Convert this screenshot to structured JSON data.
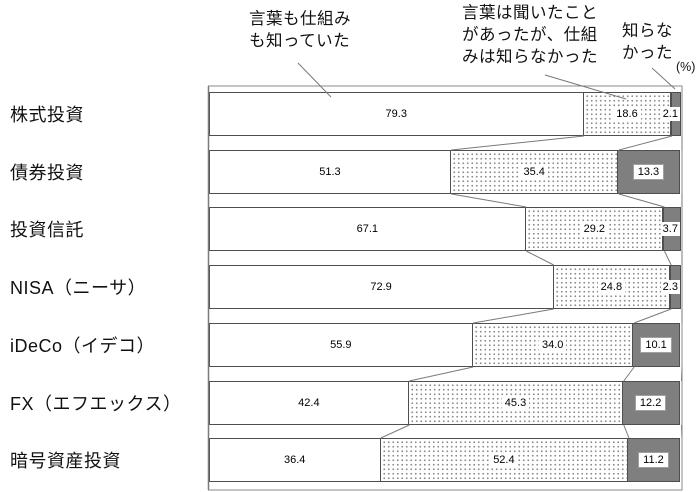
{
  "chart_data": {
    "type": "bar",
    "subtype": "stacked-100-horizontal",
    "title": "",
    "unit": "(%)",
    "xlim": [
      0,
      100
    ],
    "grid": false,
    "legend_position": "top-callouts",
    "categories": [
      "株式投資",
      "債券投資",
      "投資信託",
      "NISA（ニーサ）",
      "iDeCo（イデコ）",
      "FX（エフエックス）",
      "暗号資産投資"
    ],
    "series": [
      {
        "name": "言葉も仕組みも知っていた",
        "style": "white",
        "values": [
          79.3,
          51.3,
          67.1,
          72.9,
          55.9,
          42.4,
          36.4
        ],
        "labels": [
          "79.3",
          "51.3",
          "67.1",
          "72.9",
          "55.9",
          "42.4",
          "36.4"
        ]
      },
      {
        "name": "言葉は聞いたことがあったが、仕組みは知らなかった",
        "style": "dotted",
        "values": [
          18.6,
          35.4,
          29.2,
          24.8,
          34.0,
          45.3,
          52.4
        ],
        "labels": [
          "18.6",
          "35.4",
          "29.2",
          "24.8",
          "34.0",
          "45.3",
          "52.4"
        ]
      },
      {
        "name": "知らなかった",
        "style": "dark",
        "values": [
          2.1,
          13.3,
          3.7,
          2.3,
          10.1,
          12.2,
          11.2
        ],
        "labels": [
          "2.1",
          "13.3",
          "3.7",
          "2.3",
          "10.1",
          "12.2",
          "11.2"
        ]
      }
    ]
  },
  "annotations": {
    "callout_knew": "言葉も仕組み\nも知っていた",
    "callout_heard": "言葉は聞いたこと\nがあったが、仕組\nみは知らなかった",
    "callout_unknown": "知らな\nかった",
    "unit_label": "(%)"
  },
  "colors": {
    "dark_segment": "#7f7f7f",
    "segment_border": "#4f4f4f",
    "connector_line": "#7a7a7a",
    "text": "#000000"
  }
}
